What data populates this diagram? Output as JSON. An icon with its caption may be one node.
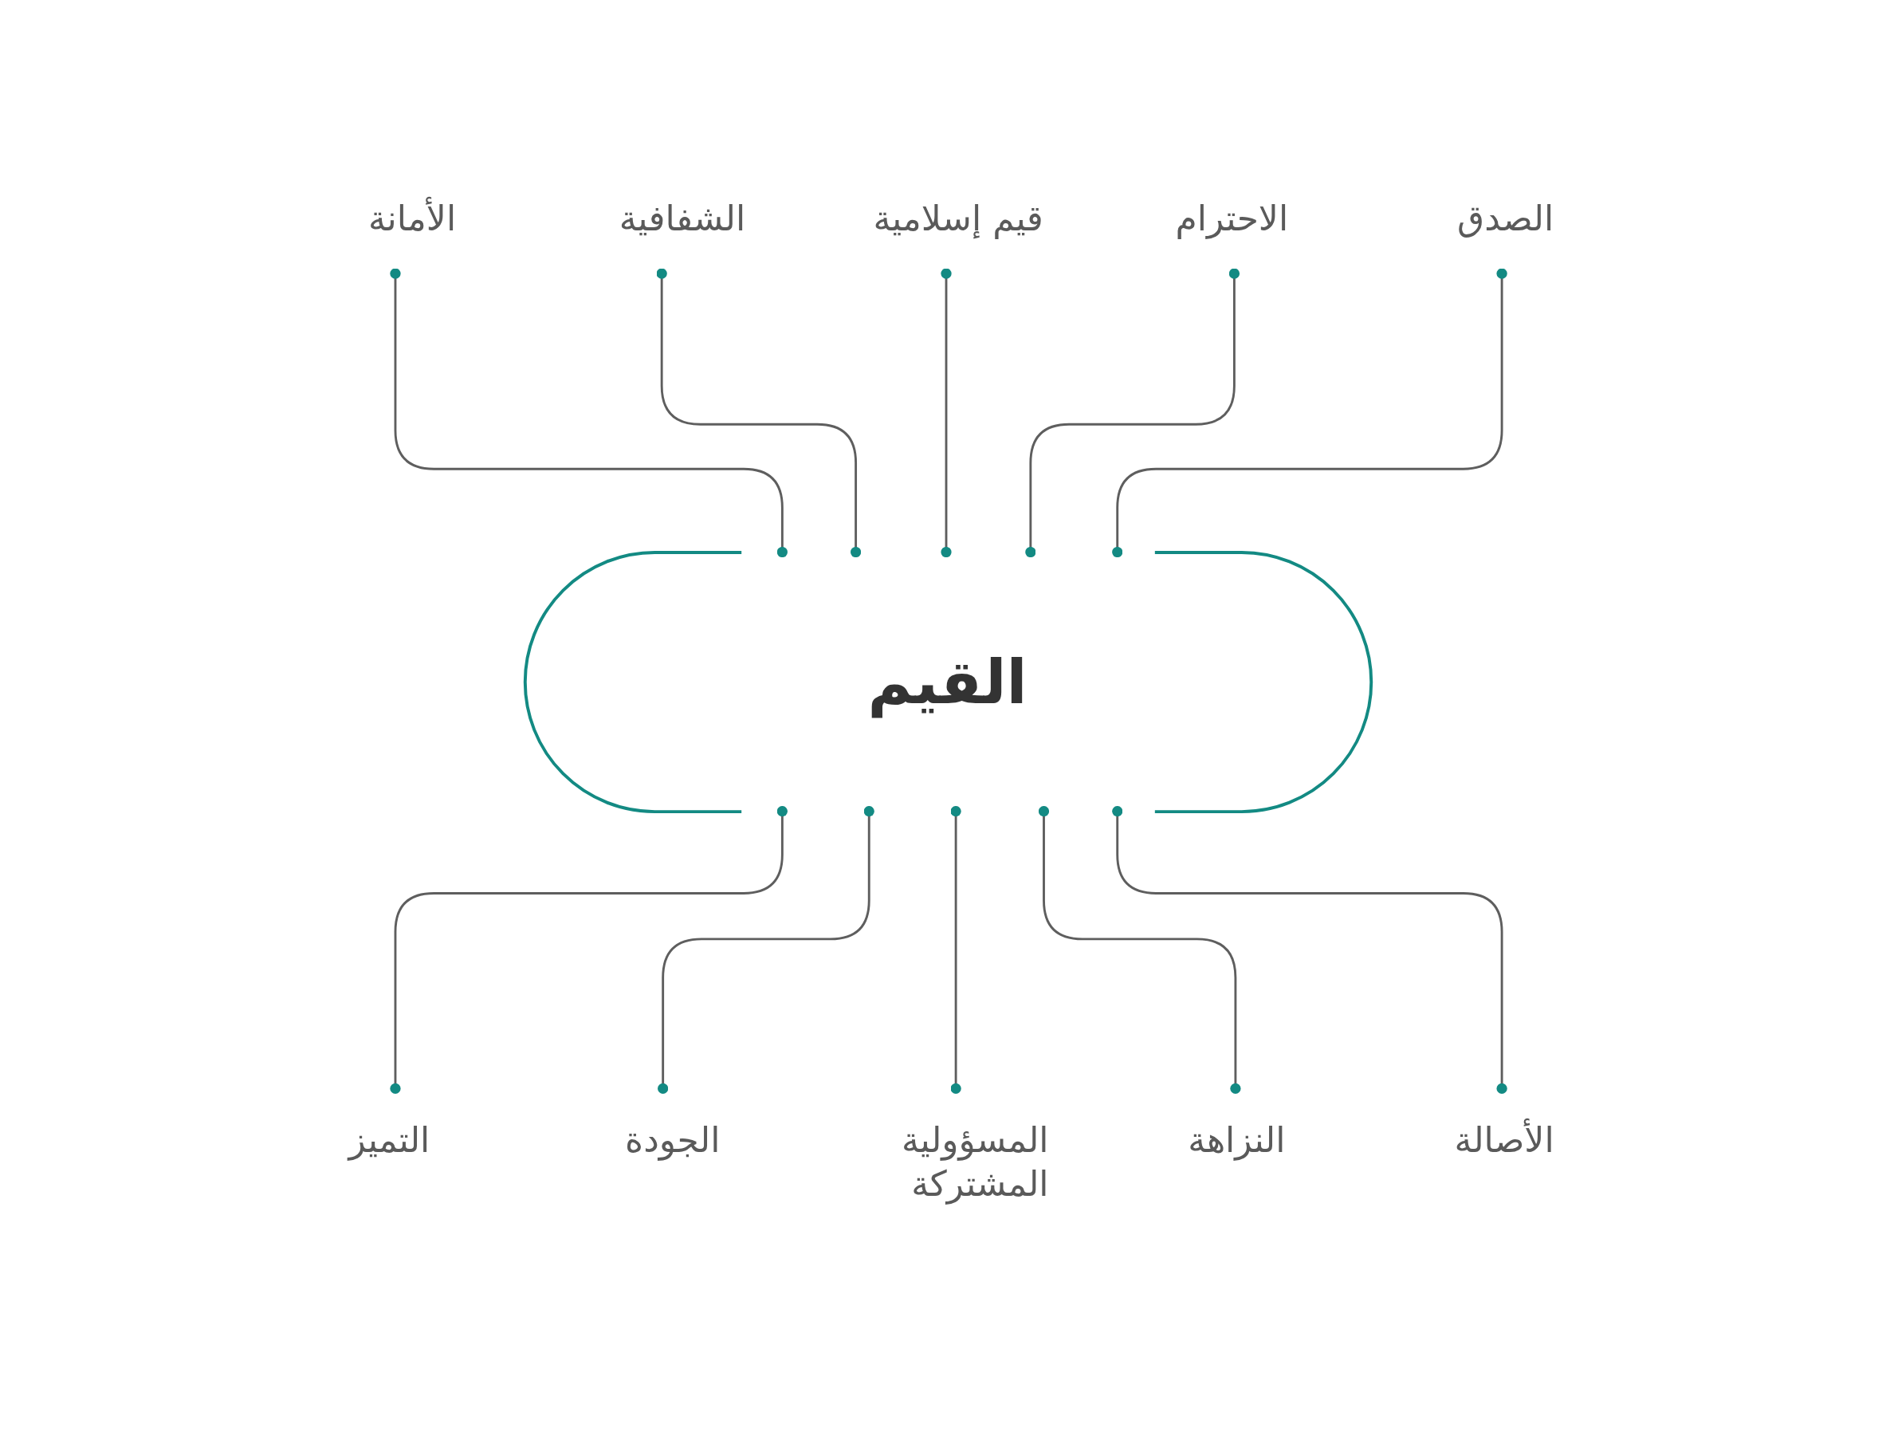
{
  "diagram": {
    "nodes": [
      {
        "text": [
          "القيم"
        ]
      },
      {
        "text": [
          "الصدق"
        ]
      },
      {
        "text": [
          "الاحترام"
        ]
      },
      {
        "text": [
          "قيم إسلامية"
        ]
      },
      {
        "text": [
          "الشفافية"
        ]
      },
      {
        "text": [
          "الأمانة"
        ]
      },
      {
        "text": [
          "الأصالة"
        ]
      },
      {
        "text": [
          "النزاهة"
        ]
      },
      {
        "text": [
          "المسؤولية المشتركة"
        ]
      },
      {
        "text": [
          "الجودة"
        ]
      },
      {
        "text": [
          "التميز"
        ]
      }
    ],
    "edges": [
      {
        "from": 1,
        "to": 0,
        "arrow": "other"
      },
      {
        "from": 2,
        "to": 0,
        "arrow": "other"
      },
      {
        "from": 3,
        "to": 0,
        "arrow": "other"
      },
      {
        "from": 4,
        "to": 0,
        "arrow": "other"
      },
      {
        "from": 5,
        "to": 0,
        "arrow": "other"
      },
      {
        "from": 6,
        "to": 0,
        "arrow": "other"
      },
      {
        "from": 7,
        "to": 0,
        "arrow": "other"
      },
      {
        "from": 8,
        "to": 0,
        "arrow": "other"
      },
      {
        "from": 9,
        "to": 0,
        "arrow": "other"
      },
      {
        "from": 10,
        "to": 0,
        "arrow": "other"
      }
    ]
  }
}
